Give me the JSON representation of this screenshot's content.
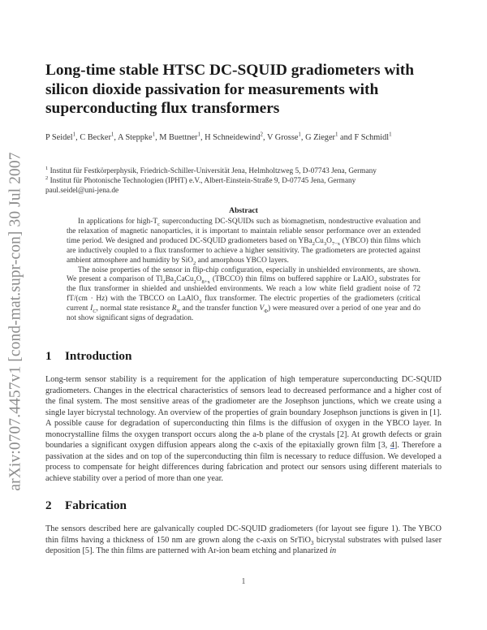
{
  "arxiv_stamp": "arXiv:0707.4457v1  [cond-mat.supr-con]  30 Jul 2007",
  "title": "Long-time stable HTSC DC-SQUID gradiometers with silicon dioxide passivation for measurements with superconducting flux transformers",
  "authors": [
    {
      "name": "P Seidel",
      "affil": "1"
    },
    {
      "name": "C Becker",
      "affil": "1"
    },
    {
      "name": "A Steppke",
      "affil": "1"
    },
    {
      "name": "M Buettner",
      "affil": "1"
    },
    {
      "name": "H Schneidewind",
      "affil": "2"
    },
    {
      "name": "V Grosse",
      "affil": "1"
    },
    {
      "name": "G Zieger",
      "affil": "1"
    },
    {
      "name": "F Schmidl",
      "affil": "1"
    }
  ],
  "authors_conjunction": "and",
  "affiliations": [
    {
      "num": "1",
      "text": "Institut für Festkörperphysik, Friedrich-Schiller-Universität Jena, Helmholtzweg 5, D-07743 Jena, Germany"
    },
    {
      "num": "2",
      "text": "Institut für Photonische Technologien (IPHT) e.V., Albert-Einstein-Straße 9, D-07745 Jena, Germany"
    }
  ],
  "email": "paul.seidel@uni-jena.de",
  "abstract": {
    "heading": "Abstract",
    "p1": {
      "a": "In applications for high-T",
      "a_sub": "c",
      "b": " superconducting DC-SQUIDs such as biomagnetism, nondestructive evaluation and the relaxation of magnetic nanoparticles, it is important to maintain reliable sensor performance over an extended time period. We designed and produced DC-SQUID gradiometers based on YBa",
      "b_sub1": "2",
      "c": "Cu",
      "c_sub": "3",
      "d": "O",
      "d_sub": "7−x",
      "e": " (YBCO) thin films which are inductively coupled to a flux transformer to achieve a higher sensitivity. The gradiometers are protected against ambient atmosphere and humidity by SiO",
      "e_sub": "2",
      "f": " and amorphous YBCO layers."
    },
    "p2": {
      "a": "The noise properties of the sensor in flip-chip configuration, especially in unshielded environments, are shown. We present a comparison of Tl",
      "a_sub": "2",
      "b": "Ba",
      "b_sub": "2",
      "c": "CaCu",
      "c_sub": "2",
      "d": "O",
      "d_sub": "8+x",
      "e": " (TBCCO) thin films on buffered sapphire or LaAlO",
      "e_sub": "3",
      "f": " substrates for the flux transformer in shielded and unshielded environments. We reach a low white field gradient noise of 72 fT/(cm · Hz) with the TBCCO on LaAlO",
      "f_sub": "3",
      "g": " flux transformer. The electric properties of the gradiometers (critical current ",
      "ic": "I",
      "ic_sub": "C",
      "h": ", normal state resistance ",
      "rn": "R",
      "rn_sub": "N",
      "i": " and the transfer function ",
      "vphi": "V",
      "vphi_sub": "Φ",
      "j": ") were measured over a period of one year and do not show significant signs of degradation."
    }
  },
  "sections": [
    {
      "number": "1",
      "title": "Introduction",
      "text_a": "Long-term sensor stability is a requirement for the application of high temperature superconducting DC-SQUID gradiometers. Changes in the electrical characteristics of sensors lead to decreased performance and a higher cost of the final system. The most sensitive areas of the gradiometer are the Josephson junctions, which we create using a single layer bicrystal technology. An overview of the properties of grain boundary Josephson junctions is given in [",
      "cite1": "1",
      "text_b": "]. A possible cause for degradation of superconducting thin films is the diffusion of oxygen in the YBCO layer. In monocrystalline films the oxygen transport occurs along the a-b plane of the crystals [",
      "cite2": "2",
      "text_c": "]. At growth defects or grain boundaries a significant oxygen diffusion appears along the c-axis of the epitaxially grown film [",
      "cite3": "3",
      "cite_sep": ", ",
      "cite4": "4",
      "text_d": "]. Therefore a passivation at the sides and on top of the superconducting thin film is necessary to reduce diffusion. We developed a process to compensate for height differences during fabrication and protect our sensors using different materials to achieve stability over a period of more than one year."
    },
    {
      "number": "2",
      "title": "Fabrication",
      "text_a": "The sensors described here are galvanically coupled DC-SQUID gradiometers (for layout see figure ",
      "fig_ref": "1",
      "text_b": "). The YBCO thin films having a thickness of 150 nm are grown along the c-axis on SrTiO",
      "sub": "3",
      "text_c": " bicrystal substrates with pulsed laser deposition [",
      "cite5": "5",
      "text_d": "]. The thin films are patterned with Ar-ion beam etching and planarized ",
      "italic_end": "in"
    }
  ],
  "page_number": "1"
}
